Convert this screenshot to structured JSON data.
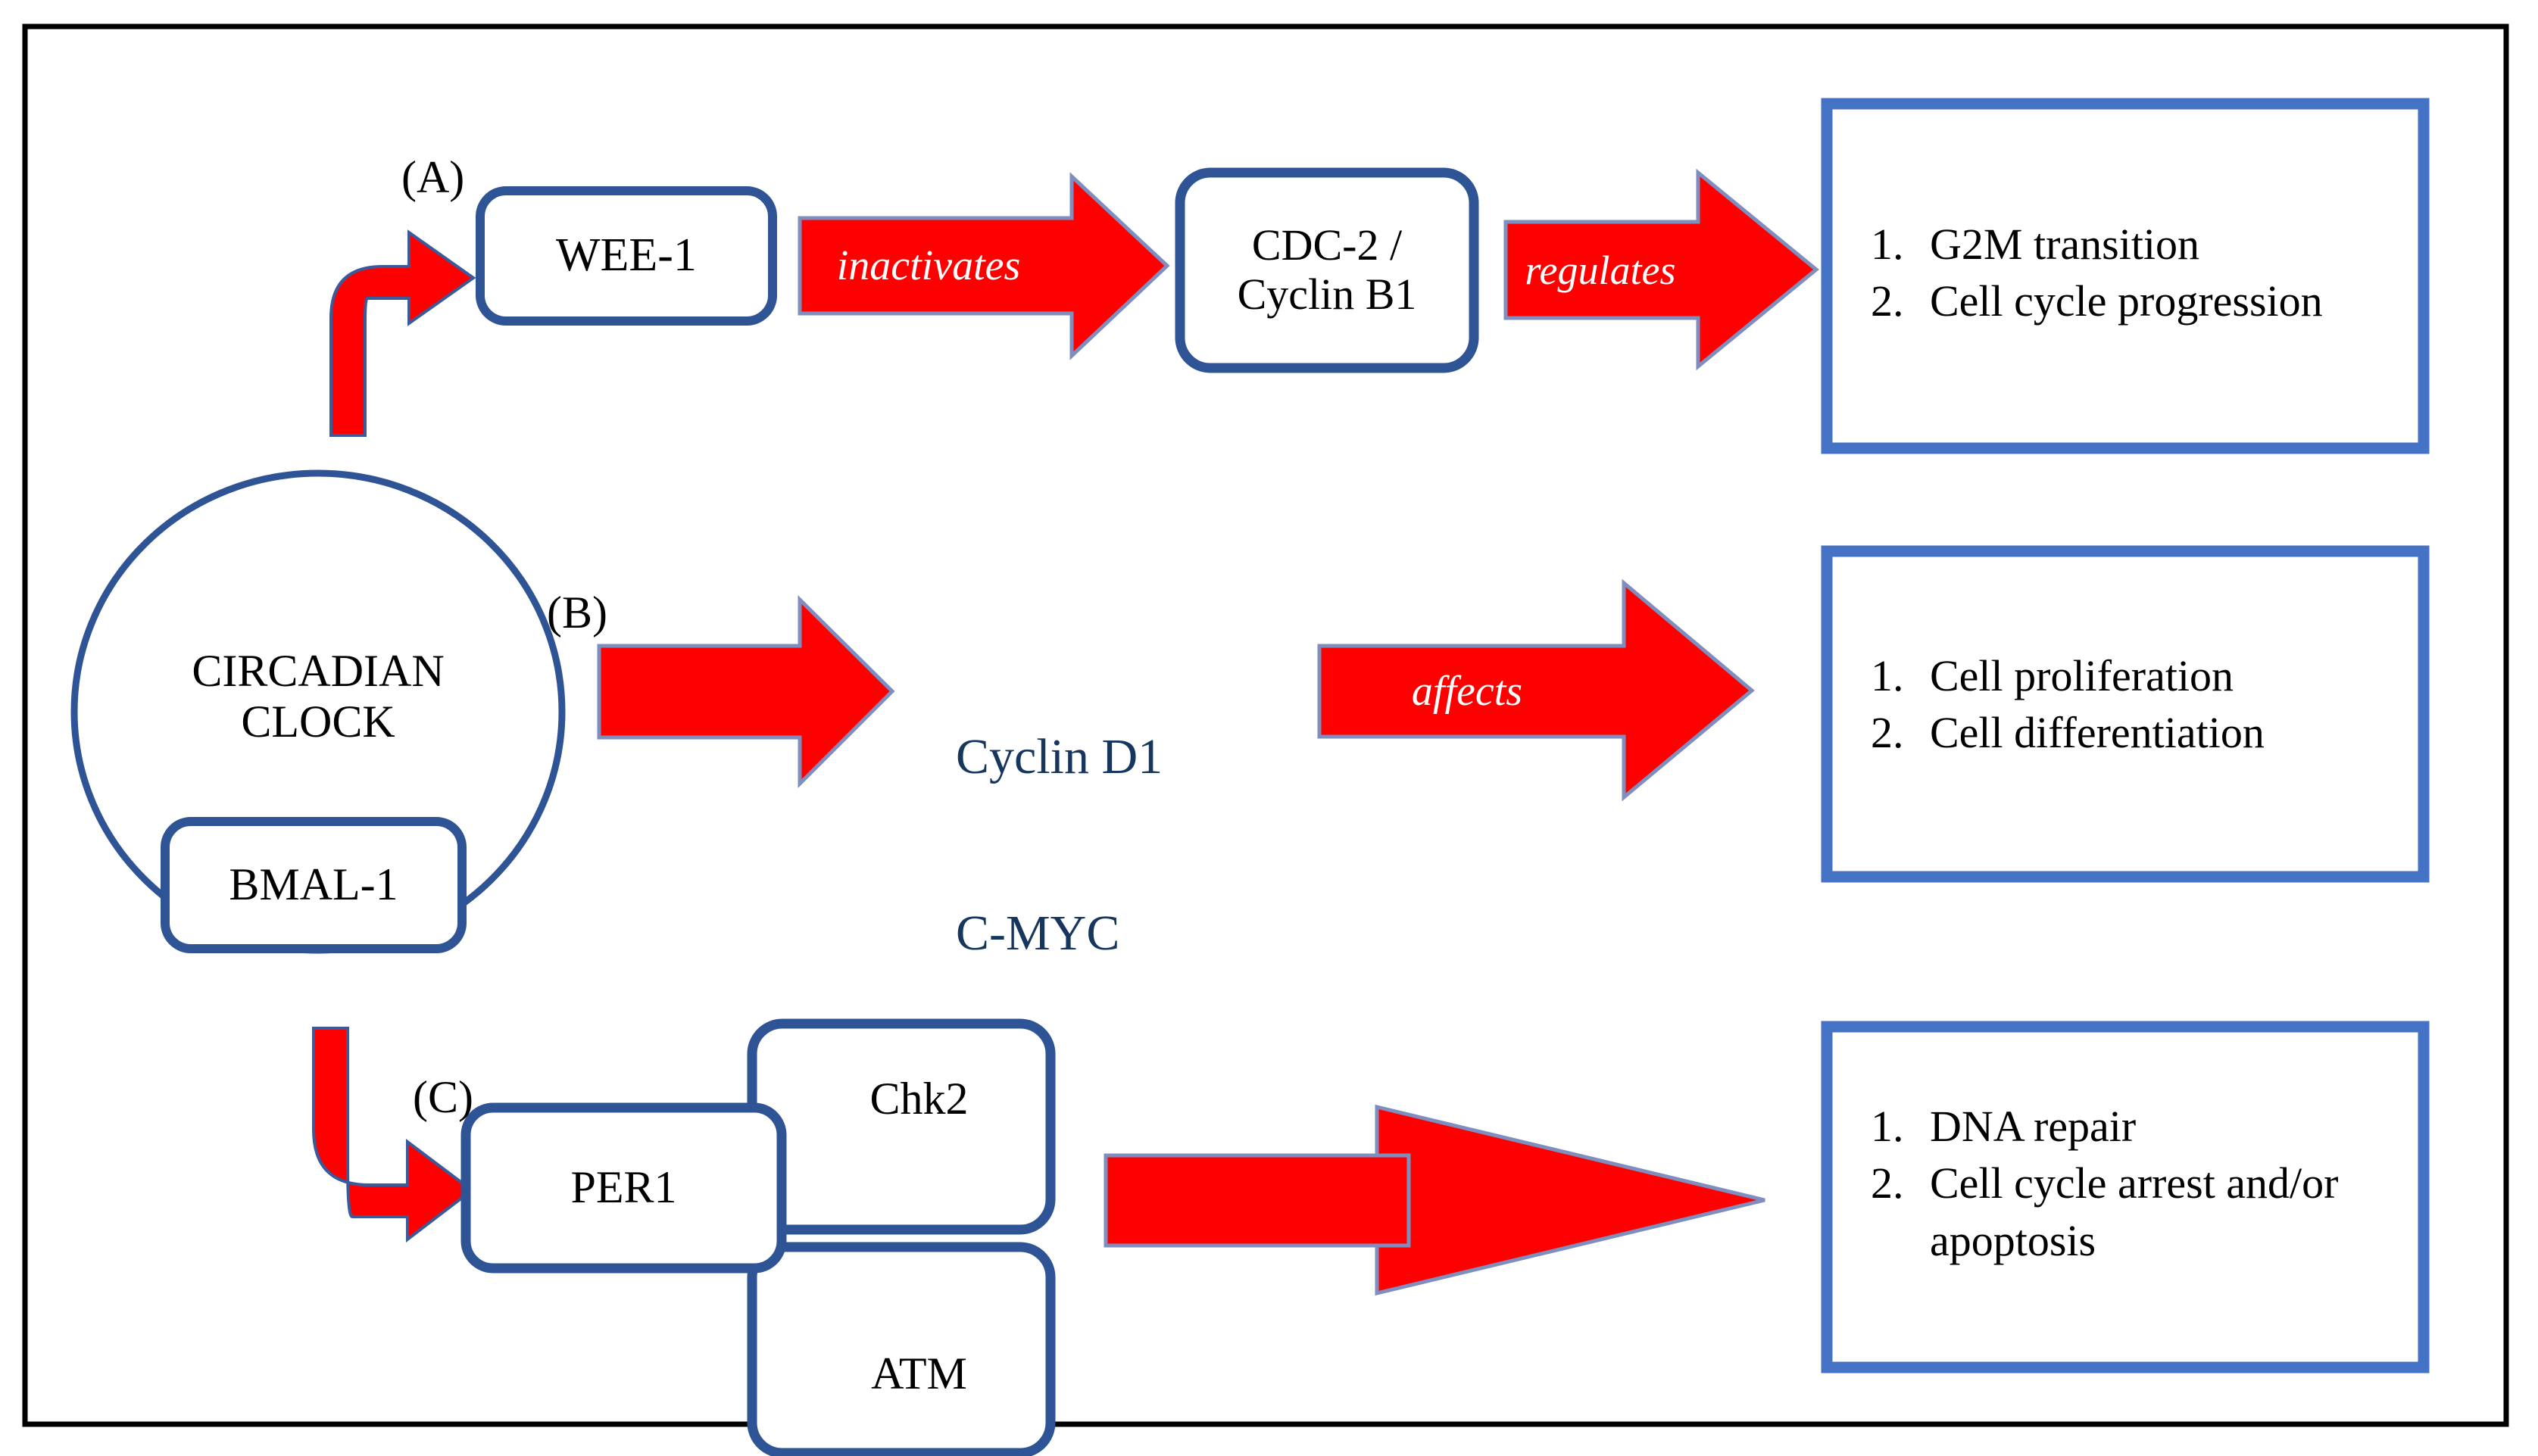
{
  "figure": {
    "type": "pathway-diagram",
    "frame_color": "#000000",
    "node_border_color": "#2E5496",
    "outcome_border_color": "#4472C4",
    "arrow_fill": "#FF0000",
    "arrow_outline": "#7E8FBF",
    "arrow_text_color": "#FFFFFF",
    "gene_text_color": "#17365D",
    "background": "#FFFFFF"
  },
  "panel_labels": {
    "a": "(A)",
    "b": "(B)",
    "c": "(C)"
  },
  "hub": {
    "line1": "CIRCADIAN",
    "line2": "CLOCK",
    "component": "BMAL-1"
  },
  "rows": [
    {
      "id": "row-a",
      "label": "(A)",
      "nodes": [
        {
          "name": "wee1",
          "text": "WEE-1"
        },
        {
          "name": "cdc2-cyclinb1",
          "line1": "CDC-2 /",
          "line2": "Cyclin B1"
        }
      ],
      "arrows": [
        {
          "name": "inactivates-arrow",
          "text": "inactivates"
        },
        {
          "name": "regulates-arrow",
          "text": "regulates"
        }
      ],
      "outcomes": [
        {
          "num": "1.",
          "text": "G2M transition"
        },
        {
          "num": "2.",
          "text": "Cell cycle progression"
        }
      ]
    },
    {
      "id": "row-b",
      "label": "(B)",
      "genes": {
        "line1": "Cyclin D1",
        "line2": "C-MYC"
      },
      "arrows": [
        {
          "name": "clock-to-genes-arrow",
          "text": ""
        },
        {
          "name": "affects-arrow",
          "text": "affects"
        }
      ],
      "outcomes": [
        {
          "num": "1.",
          "text": "Cell proliferation"
        },
        {
          "num": "2.",
          "text": "Cell differentiation"
        }
      ]
    },
    {
      "id": "row-c",
      "label": "(C)",
      "nodes": [
        {
          "name": "per1",
          "text": "PER1"
        },
        {
          "name": "chk2",
          "text": "Chk2"
        },
        {
          "name": "atm",
          "text": "ATM"
        }
      ],
      "arrows": [
        {
          "name": "per1-outcome-arrow",
          "text": ""
        }
      ],
      "outcomes": [
        {
          "num": "1.",
          "text": "DNA repair"
        },
        {
          "num": "2.",
          "text": "Cell cycle arrest and/or"
        },
        {
          "num": "",
          "text": "apoptosis"
        }
      ]
    }
  ]
}
